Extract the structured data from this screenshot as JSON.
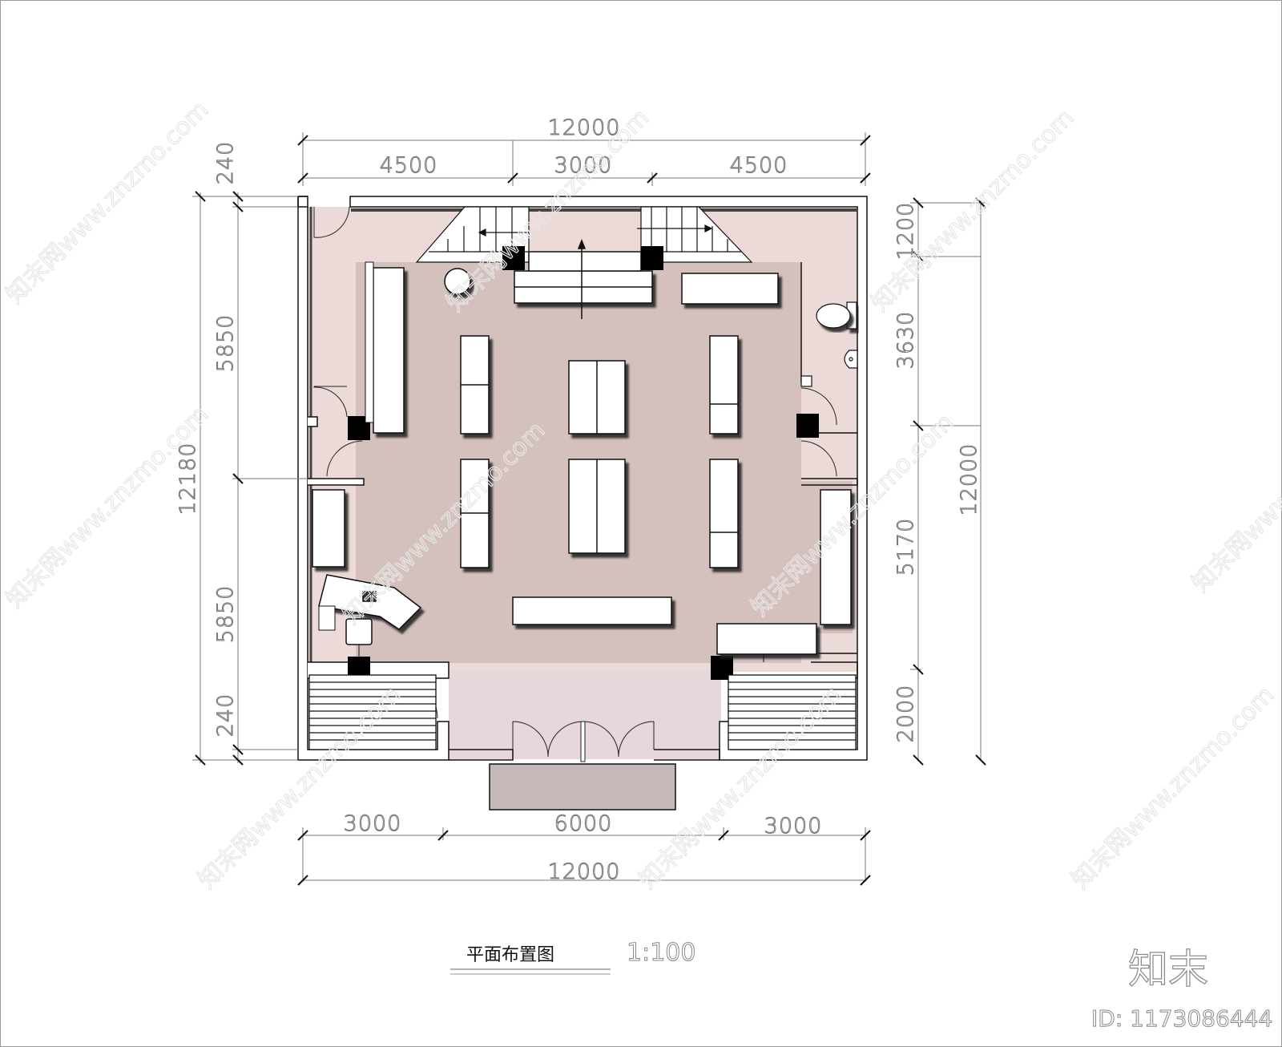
{
  "drawing": {
    "title": "平面布置图",
    "scale": "1:100",
    "colors": {
      "sales_floor": "#d4c0bc",
      "side_rooms": "#ecdad8",
      "entry_vestibule": "#e6d8da",
      "porch": "#c4b8b9",
      "wall_stroke": "#111111",
      "column_fill": "#000000",
      "dimension_text": "#777777"
    }
  },
  "dimensions": {
    "top": {
      "total": "12000",
      "segments": [
        "4500",
        "3000",
        "4500"
      ]
    },
    "bottom": {
      "total": "12000",
      "segments": [
        "3000",
        "6000",
        "3000"
      ]
    },
    "left": {
      "total": "12180",
      "segments": [
        "240",
        "5850",
        "5850",
        "240"
      ]
    },
    "right": {
      "total": "12000",
      "segments": [
        "1200",
        "3630",
        "5170",
        "2000"
      ]
    }
  },
  "fixtures": {
    "stairs": [
      "stair-left",
      "stair-right"
    ],
    "columns": 6,
    "toilet": "toilet",
    "sink": "wash-basin",
    "reception_desk": "cashier-desk",
    "chair": "office-chair",
    "round_table": "round-display-table",
    "entry_doors": "double-door-entrance"
  },
  "watermark": {
    "brand": "知末",
    "id_label": "ID: 1173086444",
    "repeat_text": "知末网www.znzmo.com"
  }
}
